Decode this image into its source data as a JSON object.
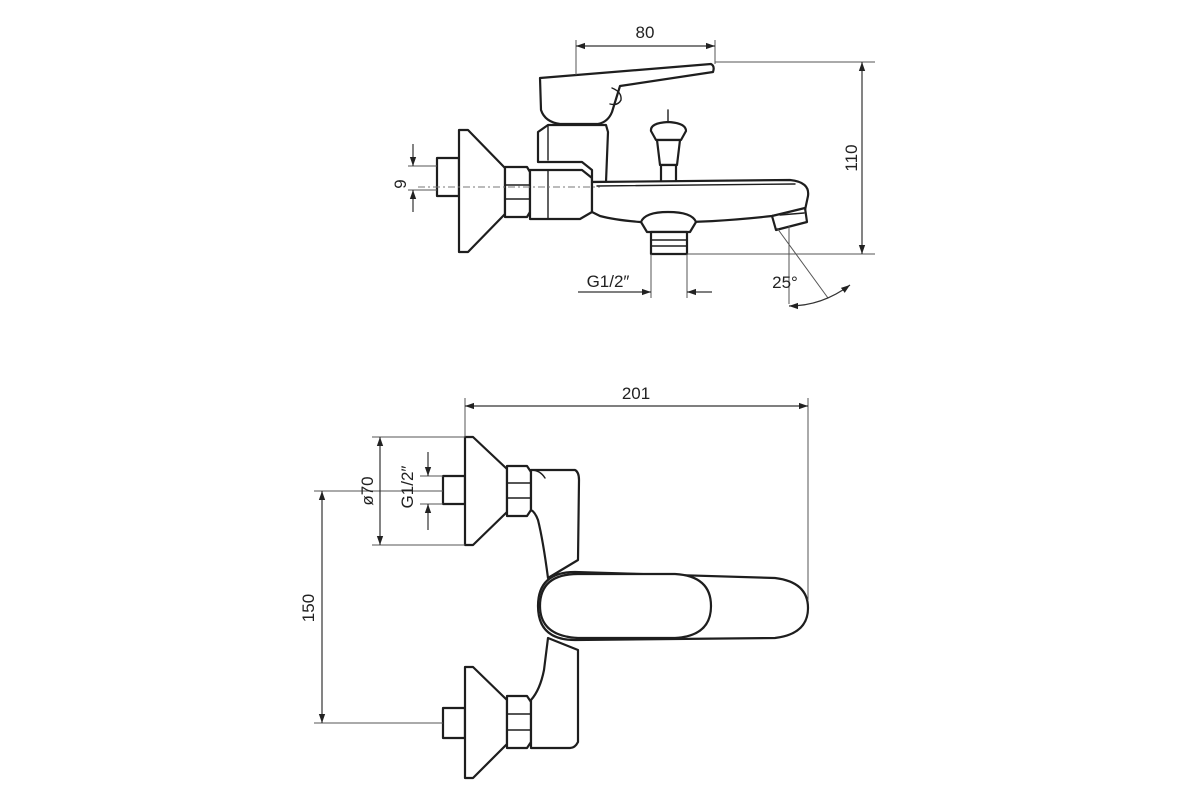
{
  "side_view": {
    "dim_width": "80",
    "dim_height": "110",
    "dim_small": "9",
    "dim_thread": "G1/2″",
    "dim_angle": "25°"
  },
  "top_view": {
    "dim_length": "201",
    "dim_spacing": "150",
    "dim_diameter": "ø70",
    "dim_thread": "G1/2″"
  },
  "colors": {
    "line": "#1e1e1e",
    "background": "#ffffff"
  }
}
